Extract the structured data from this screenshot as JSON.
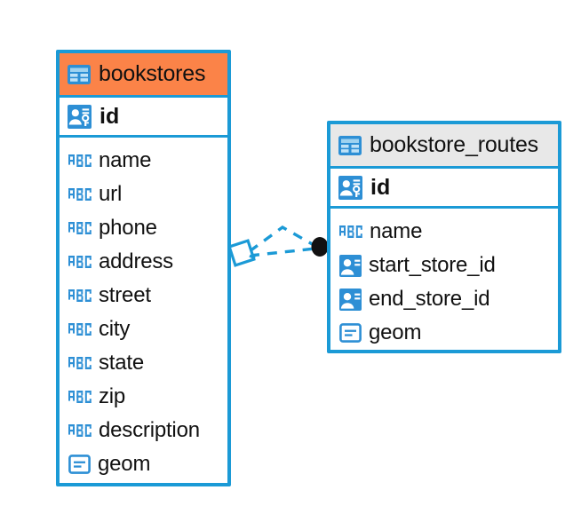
{
  "diagram": {
    "type": "entity-relationship-diagram",
    "background": "#ffffff",
    "accent_color": "#1b9ad6",
    "highlight_color": "#fb8348",
    "neutral_header_color": "#e8e8e8",
    "text_color": "#111111",
    "entities": [
      {
        "name": "bookstores",
        "header_style": "accent",
        "table_icon": "table-icon",
        "primary_key": {
          "label": "id",
          "icon": "primary-key-icon"
        },
        "fields": [
          {
            "label": "name",
            "icon": "abc-text-icon"
          },
          {
            "label": "url",
            "icon": "abc-text-icon"
          },
          {
            "label": "phone",
            "icon": "abc-text-icon"
          },
          {
            "label": "address",
            "icon": "abc-text-icon"
          },
          {
            "label": "street",
            "icon": "abc-text-icon"
          },
          {
            "label": "city",
            "icon": "abc-text-icon"
          },
          {
            "label": "state",
            "icon": "abc-text-icon"
          },
          {
            "label": "zip",
            "icon": "abc-text-icon"
          },
          {
            "label": "description",
            "icon": "abc-text-icon"
          },
          {
            "label": "geom",
            "icon": "geometry-icon"
          }
        ]
      },
      {
        "name": "bookstore_routes",
        "header_style": "neutral",
        "table_icon": "table-icon",
        "primary_key": {
          "label": "id",
          "icon": "primary-key-icon"
        },
        "fields": [
          {
            "label": "name",
            "icon": "abc-text-icon"
          },
          {
            "label": "start_store_id",
            "icon": "foreign-key-icon"
          },
          {
            "label": "end_store_id",
            "icon": "foreign-key-icon"
          },
          {
            "label": "geom",
            "icon": "geometry-icon"
          }
        ]
      }
    ],
    "relationship": {
      "from_entity": "bookstores",
      "to_entity": "bookstore_routes",
      "line_style": "dashed",
      "line_color": "#1b9ad6",
      "source_marker": "diamond-outline",
      "target_marker": "filled-circle",
      "target_marker_color": "#111111"
    }
  }
}
